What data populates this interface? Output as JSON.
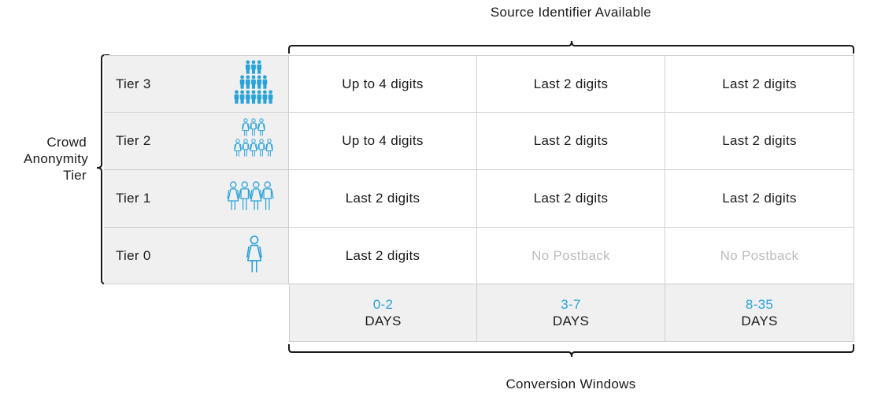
{
  "titles": {
    "top": "Source Identifier Available",
    "bottom": "Conversion Windows",
    "side": [
      "Crowd",
      "Anonymity",
      "Tier"
    ]
  },
  "colors": {
    "accent": "#2aa3d9",
    "muted_text": "#bdbdbd",
    "tier_background": "#f0f0f0",
    "grid_line": "#cfcfcf"
  },
  "tiers": [
    {
      "label": "Tier 3",
      "icon": "large-crowd-icon",
      "cells": [
        "Up to 4 digits",
        "Last 2 digits",
        "Last 2 digits"
      ]
    },
    {
      "label": "Tier 2",
      "icon": "medium-crowd-icon",
      "cells": [
        "Up to 4 digits",
        "Last 2 digits",
        "Last 2 digits"
      ]
    },
    {
      "label": "Tier 1",
      "icon": "small-group-icon",
      "cells": [
        "Last 2 digits",
        "Last 2 digits",
        "Last 2 digits"
      ]
    },
    {
      "label": "Tier 0",
      "icon": "single-person-icon",
      "cells": [
        "Last 2 digits",
        "No Postback",
        "No Postback"
      ]
    }
  ],
  "windows": [
    {
      "range": "0-2",
      "unit": "DAYS"
    },
    {
      "range": "3-7",
      "unit": "DAYS"
    },
    {
      "range": "8-35",
      "unit": "DAYS"
    }
  ]
}
